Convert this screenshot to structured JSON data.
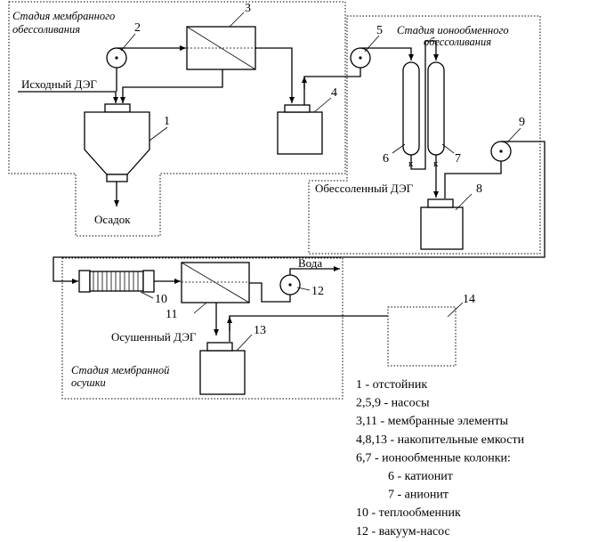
{
  "stages": {
    "membrane_desalting": [
      "Стадия мембранного",
      "обессоливания"
    ],
    "ion_exchange": [
      "Стадия ионообменного",
      "обессоливания"
    ],
    "membrane_drying": [
      "Стадия мембранной",
      "осушки"
    ]
  },
  "labels": {
    "source_deg": "Исходный ДЭГ",
    "sediment": "Осадок",
    "desalted_deg": "Обессоленный ДЭГ",
    "water": "Вода",
    "dried_deg": "Осушенный ДЭГ",
    "k1": "к",
    "k2": "к"
  },
  "numbers": [
    "1",
    "2",
    "3",
    "4",
    "5",
    "6",
    "7",
    "8",
    "9",
    "10",
    "11",
    "12",
    "13",
    "14"
  ],
  "legend": [
    "1 - отстойник",
    "2,5,9 - насосы",
    "3,11 - мембранные элементы",
    "4,8,13 - накопительные емкости",
    "6,7 - ионообменные колонки:",
    "6 - катионит",
    "7 - анионит",
    "10 - теплообменник",
    "12 - вакуум-насос"
  ]
}
